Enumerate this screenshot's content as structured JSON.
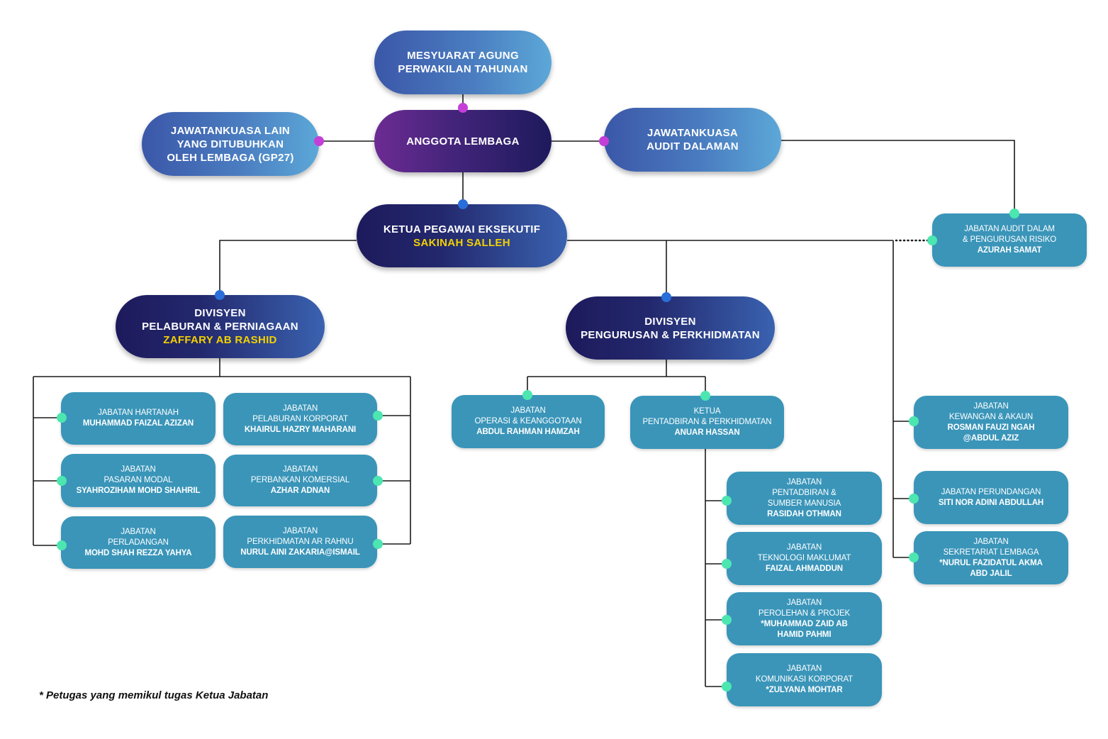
{
  "footnote": "* Petugas yang memikul tugas Ketua Jabatan",
  "colors": {
    "teal_box": "#3a95b9",
    "name_highlight": "#f2d100",
    "dot_magenta": "#c43fd8",
    "dot_blue": "#2a6fd9",
    "dot_green": "#4ce6b0"
  },
  "nodes": {
    "agm": {
      "lines": [
        "MESYUARAT AGUNG",
        "PERWAKILAN TAHUNAN"
      ]
    },
    "board": {
      "lines": [
        "ANGGOTA LEMBAGA"
      ]
    },
    "other_committees": {
      "lines": [
        "JAWATANKUASA LAIN",
        "YANG DITUBUHKAN",
        "OLEH LEMBAGA (GP27)"
      ]
    },
    "audit_committee": {
      "lines": [
        "JAWATANKUASA",
        "AUDIT DALAMAN"
      ]
    },
    "ceo": {
      "lines": [
        "KETUA PEGAWAI EKSEKUTIF"
      ],
      "name": [
        "SAKINAH SALLEH"
      ]
    },
    "div_investment": {
      "lines": [
        "DIVISYEN",
        "PELABURAN & PERNIAGAAN"
      ],
      "name": [
        "ZAFFARY AB RASHID"
      ]
    },
    "div_management": {
      "lines": [
        "DIVISYEN",
        "PENGURUSAN & PERKHIDMATAN"
      ]
    },
    "internal_audit": {
      "lines": [
        "JABATAN AUDIT DALAM",
        "& PENGURUSAN RISIKO"
      ],
      "name": [
        "AZURAH SAMAT"
      ]
    },
    "hartanah": {
      "lines": [
        "JABATAN HARTANAH"
      ],
      "name": [
        "MUHAMMAD FAIZAL AZIZAN"
      ]
    },
    "corporate_investment": {
      "lines": [
        "JABATAN",
        "PELABURAN KORPORAT"
      ],
      "name": [
        "KHAIRUL HAZRY MAHARANI"
      ]
    },
    "capital_market": {
      "lines": [
        "JABATAN",
        "PASARAN MODAL"
      ],
      "name": [
        "SYAHROZIHAM MOHD SHAHRIL"
      ]
    },
    "commercial_banking": {
      "lines": [
        "JABATAN",
        "PERBANKAN KOMERSIAL"
      ],
      "name": [
        "AZHAR ADNAN"
      ]
    },
    "plantation": {
      "lines": [
        "JABATAN",
        "PERLADANGAN"
      ],
      "name": [
        "MOHD SHAH REZZA YAHYA"
      ]
    },
    "ar_rahnu": {
      "lines": [
        "JABATAN",
        "PERKHIDMATAN AR RAHNU"
      ],
      "name": [
        "NURUL AINI ZAKARIA@ISMAIL"
      ]
    },
    "operations": {
      "lines": [
        "JABATAN",
        "OPERASI & KEANGGOTAAN"
      ],
      "name": [
        "ABDUL RAHMAN HAMZAH"
      ]
    },
    "admin_head": {
      "lines": [
        "KETUA",
        "PENTADBIRAN & PERKHIDMATAN"
      ],
      "name": [
        "ANUAR HASSAN"
      ]
    },
    "hr": {
      "lines": [
        "JABATAN",
        "PENTADBIRAN &",
        "SUMBER MANUSIA"
      ],
      "name": [
        "RASIDAH OTHMAN"
      ]
    },
    "it": {
      "lines": [
        "JABATAN",
        "TEKNOLOGI MAKLUMAT"
      ],
      "name": [
        "FAIZAL AHMADDUN"
      ]
    },
    "procurement": {
      "lines": [
        "JABATAN",
        "PEROLEHAN & PROJEK"
      ],
      "name": [
        "*MUHAMMAD ZAID AB",
        "HAMID PAHMI"
      ]
    },
    "corp_comm": {
      "lines": [
        "JABATAN",
        "KOMUNIKASI KORPORAT"
      ],
      "name": [
        "*ZULYANA MOHTAR"
      ]
    },
    "finance": {
      "lines": [
        "JABATAN",
        "KEWANGAN & AKAUN"
      ],
      "name": [
        "ROSMAN FAUZI NGAH",
        "@ABDUL AZIZ"
      ]
    },
    "legal": {
      "lines": [
        "JABATAN PERUNDANGAN"
      ],
      "name": [
        "SITI NOR ADINI ABDULLAH"
      ]
    },
    "secretariat": {
      "lines": [
        "JABATAN",
        "SEKRETARIAT LEMBAGA"
      ],
      "name": [
        "*NURUL FAZIDATUL AKMA",
        "ABD JALIL"
      ]
    }
  }
}
